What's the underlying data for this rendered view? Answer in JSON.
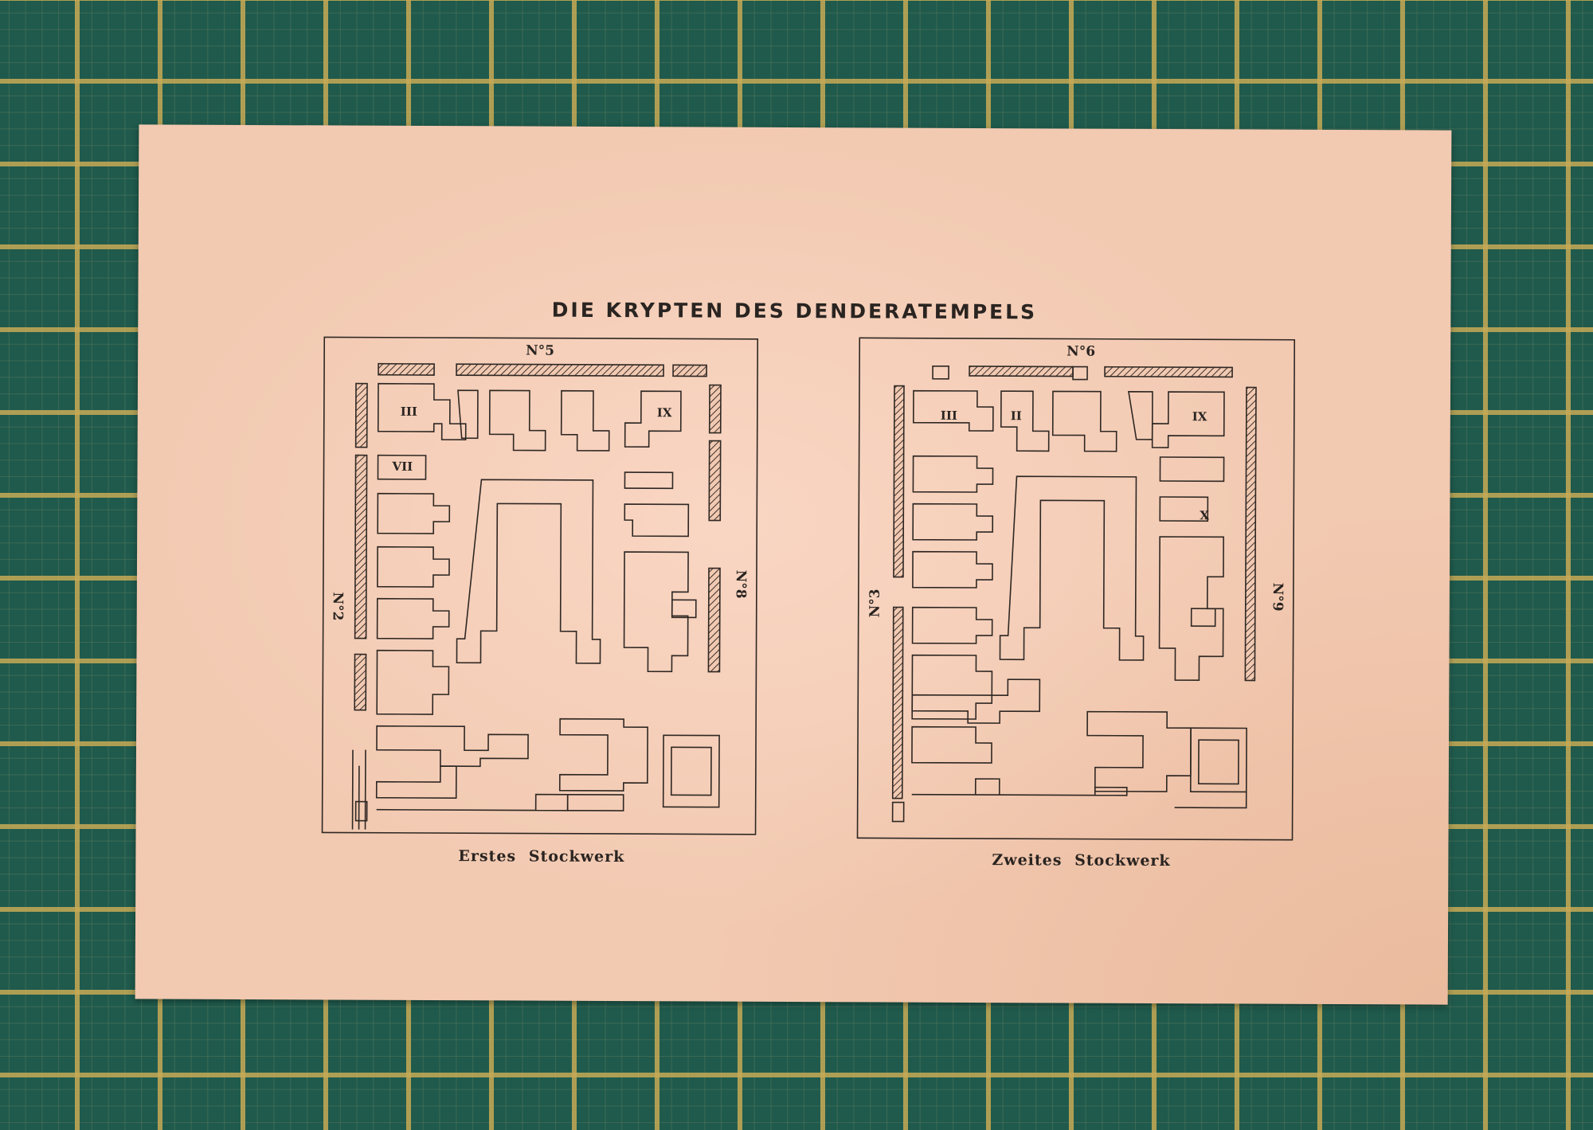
{
  "document": {
    "title": "DIE KRYPTEN DES DENDERATEMPELS",
    "plans": [
      {
        "caption": "Erstes Stockwerk",
        "crypt_labels": [
          "N°5",
          "N°2",
          "N°8"
        ],
        "room_labels": [
          "III",
          "IX",
          "VII"
        ]
      },
      {
        "caption": "Zweites Stockwerk",
        "crypt_labels": [
          "N°6",
          "N°3",
          "N°9"
        ],
        "room_labels": [
          "III",
          "II",
          "IX",
          "X"
        ]
      }
    ]
  },
  "colors": {
    "background": "#1f5a4c",
    "grid_lines": "#c6aa56",
    "paper": "#f2c9b1",
    "ink": "#2a2421"
  }
}
